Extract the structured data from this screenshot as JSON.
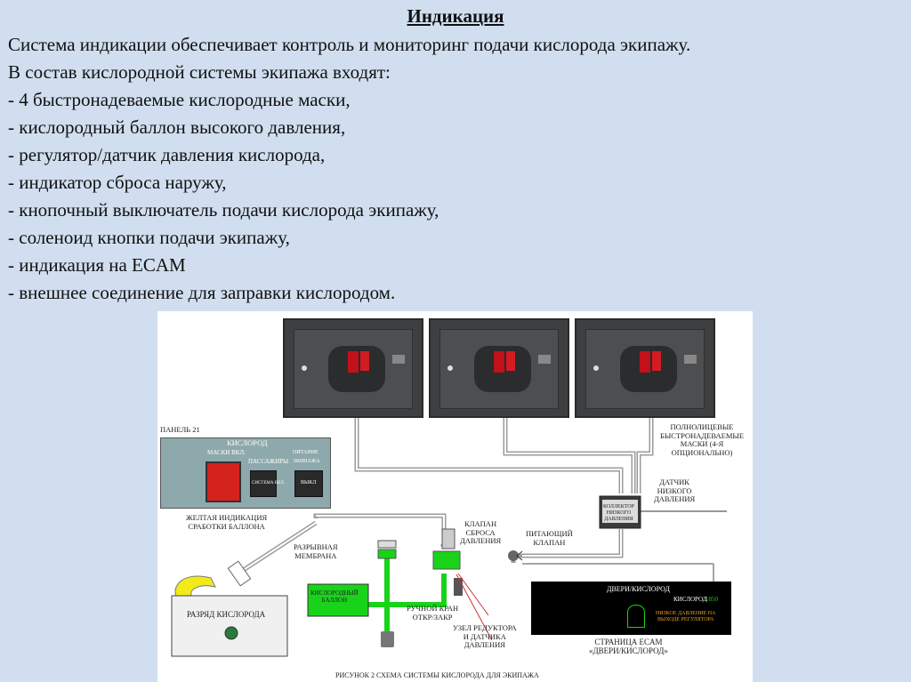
{
  "title": "Индикация",
  "lines": [
    "Система индикации обеспечивает контроль и мониторинг подачи кислорода экипажу.",
    "В состав кислородной системы экипажа входят:",
    " - 4 быстронадеваемые кислородные маски,",
    " - кислородный баллон высокого давления,",
    " - регулятор/датчик давления кислорода,",
    " - индикатор сброса наружу,",
    " - кнопочный выключатель подачи кислорода экипажу,",
    " - соленоид кнопки подачи экипажу,",
    " - индикация на ECAM",
    " - внешнее соединение для заправки кислородом."
  ],
  "figure": {
    "panel21": "ПАНЕЛЬ 21",
    "panel_header": "КИСЛОРОД",
    "maskman": "МАСКИ ВКЛ.",
    "pass": "ПАССАЖИРЫ",
    "crew_supply": "ПИТАНИЕ ЭКИПАЖА",
    "sys_on": "СИСТЕМА ВКЛ.",
    "off": "ВЫКЛ",
    "masks_label": "ПОЛНОЛИЦЕВЫЕ БЫСТРОНАДЕВАЕМЫЕ МАСКИ (4-Я ОПЦИОНАЛЬНО)",
    "low_pressure_sensor": "ДАТЧИК НИЗКОГО ДАВЛЕНИЯ",
    "collector": "КОЛЛЕКТОР НИЗКОГО ДАВЛЕНИЯ",
    "yellow_ind": "ЖЕЛТАЯ ИНДИКАЦИЯ СРАБОТКИ БАЛЛОНА",
    "relief_valve": "КЛАПАН СБРОСА ДАВЛЕНИЯ",
    "supply_valve": "ПИТАЮЩИЙ КЛАПАН",
    "burst_membrane": "РАЗРЫВНАЯ МЕМБРАНА",
    "oxygen_bottle": "КИСЛОРОДНЫЙ БАЛЛОН",
    "discharge": "РАЗРЯД КИСЛОРОДА",
    "manual_valve": "РУЧНОЙ КРАН ОТКР/ЗАКР",
    "regulator_unit": "УЗЕЛ РЕДУКТОРА И ДАТЧИКА ДАВЛЕНИЯ",
    "ecam_title": "ДВЕРИ/КИСЛОРОД",
    "ecam_oxy": "КИСЛОРОД",
    "ecam_oxy_val": "1850",
    "ecam_warn": "НИЗКОЕ ДАВЛЕНИЕ НА ВЫХОДЕ РЕГУЛЯТОРА",
    "ecam_page": "СТРАНИЦА ECAM «ДВЕРИ/КИСЛОРОД»",
    "caption": "РИСУНОК 2 СХЕМА СИСТЕМЫ КИСЛОРОДА ДЛЯ ЭКИПАЖА",
    "colors": {
      "pipe": "#a8a8a8",
      "oxygen": "#19d31a",
      "arrow": "#f2ea1a",
      "mask_red": "#c1121a",
      "ecam_bg": "#000000"
    }
  }
}
